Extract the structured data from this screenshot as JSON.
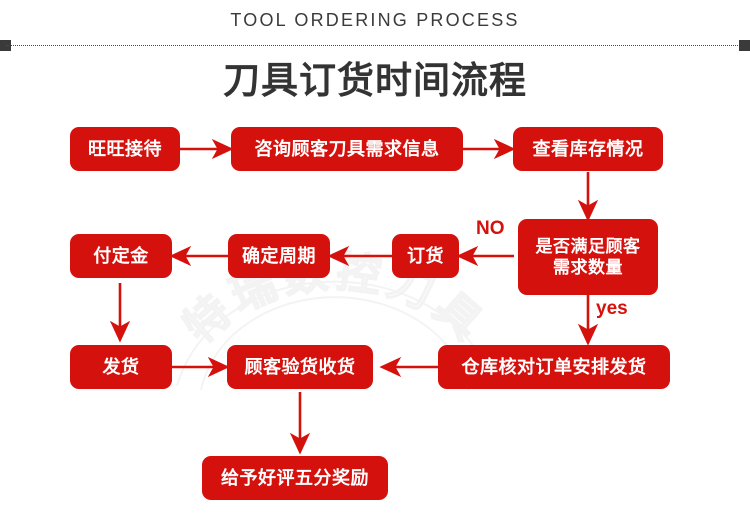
{
  "header": {
    "english_title": "TOOL ORDERING PROCESS",
    "chinese_title": "刀具订货时间流程",
    "divider_cap_color": "#3a3a3a",
    "title_color": "#333333"
  },
  "watermark": {
    "text": "特瑞数控刀具"
  },
  "theme": {
    "node_fill": "#d5110d",
    "node_text": "#ffffff",
    "arrow_color": "#d5110d",
    "background": "#ffffff"
  },
  "flow": {
    "nodes": [
      {
        "id": "n1",
        "label": "旺旺接待"
      },
      {
        "id": "n2",
        "label": "咨询顾客刀具需求信息"
      },
      {
        "id": "n3",
        "label": "查看库存情况"
      },
      {
        "id": "n4",
        "label": "是否满足顾客\n需求数量"
      },
      {
        "id": "n5",
        "label": "订货"
      },
      {
        "id": "n6",
        "label": "确定周期"
      },
      {
        "id": "n7",
        "label": "付定金"
      },
      {
        "id": "n8",
        "label": "发货"
      },
      {
        "id": "n9",
        "label": "顾客验货收货"
      },
      {
        "id": "n10",
        "label": "仓库核对订单安排发货"
      },
      {
        "id": "n11",
        "label": "给予好评五分奖励"
      }
    ],
    "edge_labels": [
      {
        "id": "no",
        "text": "NO"
      },
      {
        "id": "yes",
        "text": "yes"
      }
    ]
  }
}
